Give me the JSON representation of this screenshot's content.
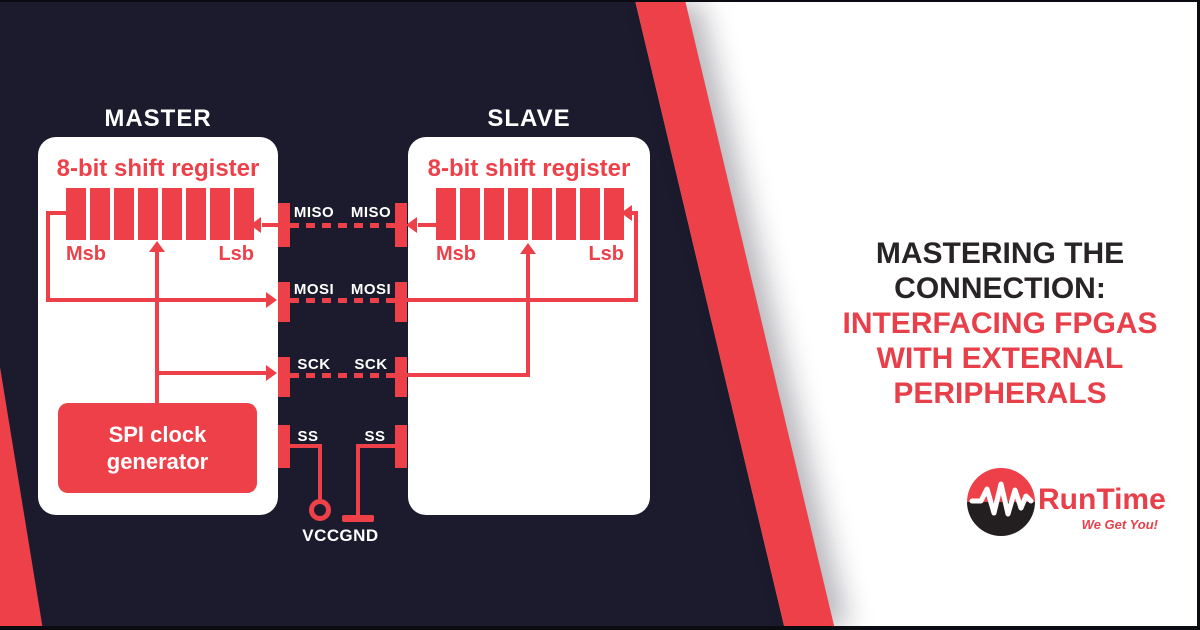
{
  "theme": {
    "navy": "#1c1b2e",
    "red": "#ee4049",
    "white": "#ffffff",
    "ink": "#282325",
    "frame": "#0b0b12"
  },
  "diagram": {
    "master": {
      "title": "MASTER",
      "register_label": "8-bit shift register",
      "msb": "Msb",
      "lsb": "Lsb",
      "bits": 8,
      "clock_generator": {
        "line1": "SPI clock",
        "line2": "generator"
      }
    },
    "slave": {
      "title": "SLAVE",
      "register_label": "8-bit shift register",
      "msb": "Msb",
      "lsb": "Lsb",
      "bits": 8
    },
    "signals": [
      {
        "id": "miso",
        "master_label": "MISO",
        "slave_label": "MISO"
      },
      {
        "id": "mosi",
        "master_label": "MOSI",
        "slave_label": "MOSI"
      },
      {
        "id": "sck",
        "master_label": "SCK",
        "slave_label": "SCK"
      },
      {
        "id": "ss",
        "master_label": "SS",
        "slave_label": "SS"
      }
    ],
    "power": {
      "vcc": "VCC",
      "gnd": "GND"
    }
  },
  "headline": {
    "lines": [
      "MASTERING THE",
      "CONNECTION:",
      "INTERFACING FPGAS",
      "WITH EXTERNAL",
      "PERIPHERALS"
    ]
  },
  "logo": {
    "brand": "RunTime",
    "tagline": "We Get You!"
  }
}
